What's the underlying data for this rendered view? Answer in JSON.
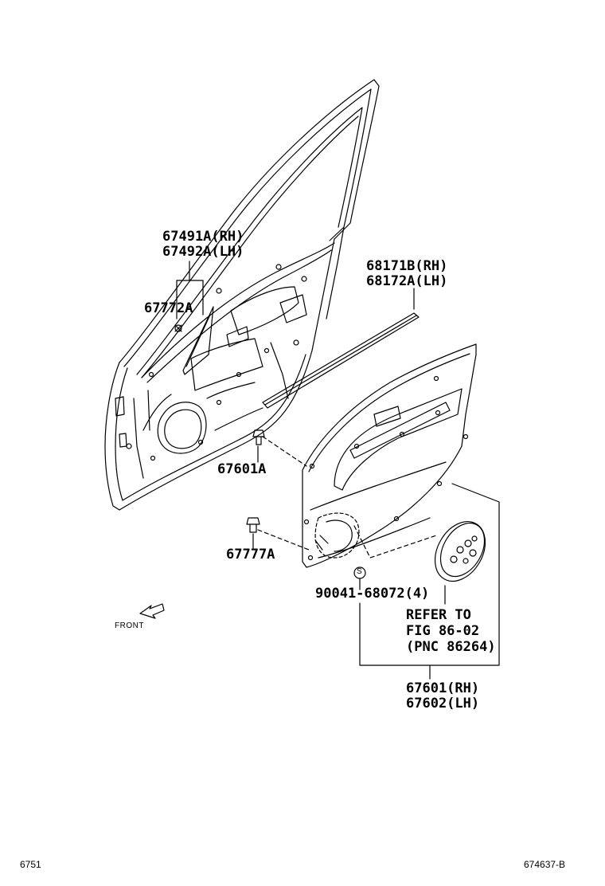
{
  "labels": {
    "p67491a": "67491A(RH)",
    "p67492a": "67492A(LH)",
    "p67772a": "67772A",
    "p68171b": "68171B(RH)",
    "p68172a": "68172A(LH)",
    "p67601a": "67601A",
    "p67777a": "67777A",
    "screw": "90041-68072(4)",
    "screw_symbol": "S",
    "refer_1": "REFER TO",
    "refer_2": "FIG 86-02",
    "refer_3": "(PNC 86264)",
    "p67601": "67601(RH)",
    "p67602": "67602(LH)",
    "front": "FRONT"
  },
  "footer": {
    "left_code": "6751",
    "right_code": "674637-B"
  },
  "colors": {
    "ink": "#000000",
    "background": "#ffffff"
  }
}
